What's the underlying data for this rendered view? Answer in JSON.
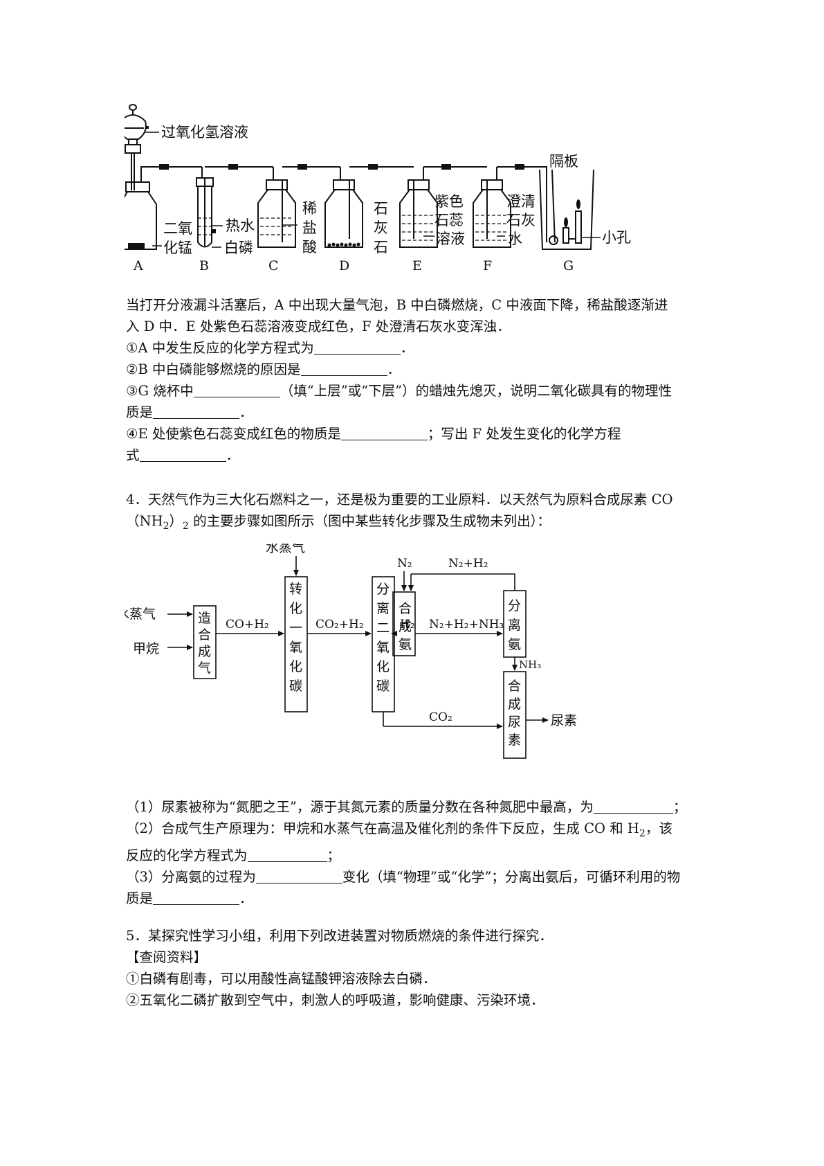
{
  "apparatus": {
    "reagent_funnel": "过氧化氢溶液",
    "b_label_1": "二氧",
    "b_label_2": "化锰",
    "b_hot_water": "热水",
    "b_white_p": "白磷",
    "c_label": [
      "稀",
      "盐",
      "酸"
    ],
    "d_label": [
      "石",
      "灰",
      "石"
    ],
    "e_label": [
      "紫色",
      "石蕊",
      "溶液"
    ],
    "f_label": [
      "澄清",
      "石灰",
      "水"
    ],
    "g_partition": "隔板",
    "g_hole": "小孔",
    "letters": [
      "A",
      "B",
      "C",
      "D",
      "E",
      "F",
      "G"
    ]
  },
  "q3": {
    "intro_1": "当打开分液漏斗活塞后，A 中出现大量气泡，B 中白磷燃烧，C 中液面下降，稀盐酸逐渐进",
    "intro_2": "入 D 中．E 处紫色石蕊溶液变成红色，F 处澄清石灰水变浑浊．",
    "s1": "①A 中发生反应的化学方程式为",
    "s1_end": "．",
    "s2": "②B 中白磷能够燃烧的原因是",
    "s2_end": "．",
    "s3a": "③G 烧杯中",
    "s3b": "（填“上层”或“下层”）的蜡烛先熄灭，说明二氧化碳具有的物理性",
    "s3c": "质是",
    "s3_end": "．",
    "s4a": "④E 处使紫色石蕊变成红色的物质是",
    "s4b": "；写出 F 处发生变化的化学方程",
    "s4c": "式",
    "s4_end": "．"
  },
  "q4": {
    "line1": "4．天然气作为三大化石燃料之一，还是极为重要的工业原料．以天然气为原料合成尿素 CO",
    "line2a": "（NH",
    "line2_sub1": "2",
    "line2b": "）",
    "line2_sub2": "2",
    "line2c": " 的主要步骤如图所示（图中某些转化步骤及生成物未列出）：",
    "p1a": "（1）尿素被称为“氮肥之王”，源于其氮元素的质量分数在各种氮肥中最高，为",
    "p1_end": "；",
    "p2a": "（2）合成气生产原理为：甲烷和水蒸气在高温及催化剂的条件下反应，生成 CO 和 H",
    "p2_sub": "2",
    "p2b": "，该",
    "p2c": "反应的化学方程式为",
    "p2_end": "；",
    "p3a": "（3）分离氨的过程为",
    "p3b": "变化（填“物理”或“化学”；分离出氨后，可循环利用的物",
    "p3c": "质是",
    "p3_end": "．"
  },
  "flow": {
    "in_water": "水蒸气",
    "in_methane": "甲烷",
    "box1": [
      "造",
      "合",
      "成",
      "气"
    ],
    "e1": "CO+H₂",
    "top_water": "水蒸气",
    "box2": [
      "转",
      "化",
      "一",
      "氧",
      "化",
      "碳"
    ],
    "e2": "CO₂+H₂",
    "box3": [
      "分",
      "离",
      "二",
      "氧",
      "化",
      "碳"
    ],
    "e3": "H₂",
    "n2": "N₂",
    "recycle": "N₂+H₂",
    "box4": [
      "合",
      "成",
      "氨"
    ],
    "e4": "N₂+H₂+NH₃",
    "box5": [
      "分",
      "离",
      "氨"
    ],
    "nh3": "NH₃",
    "box6": [
      "合",
      "成",
      "尿",
      "素"
    ],
    "co2": "CO₂",
    "product": "尿素"
  },
  "q5": {
    "line1": "5．某探究性学习小组，利用下列改进装置对物质燃烧的条件进行探究．",
    "line2": "【查阅资料】",
    "line3": "①白磷有剧毒，可以用酸性高锰酸钾溶液除去白磷．",
    "line4": "②五氧化二磷扩散到空气中，刺激人的呼吸道，影响健康、污染环境．"
  }
}
